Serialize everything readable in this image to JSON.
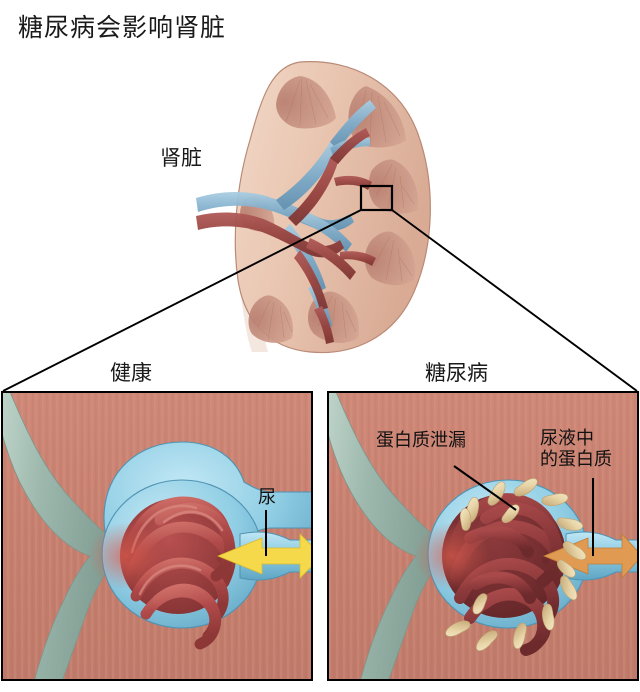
{
  "title": "糖尿病会影响肾脏",
  "anatomy": {
    "kidney_label": "肾脏",
    "zoom_box_name": "renal-cortex-zoom-box"
  },
  "panels": [
    {
      "id": "healthy",
      "caption": "健康",
      "arrow_label": "尿",
      "arrow_color": "#f5d94a",
      "capillary_color": "#b04a4a",
      "capsule_color": "#8fcde4",
      "arteriole_color": "#9db8ad",
      "background_color": "#c9806f",
      "has_protein": false
    },
    {
      "id": "diabetic",
      "caption": "糖尿病",
      "leak_label": "蛋白质泄漏",
      "urine_protein_label": "尿液中\n的蛋白质",
      "arrow_color": "#e09a52",
      "capillary_color": "#8e3a3c",
      "capsule_color": "#8fcde4",
      "arteriole_color": "#9db8ad",
      "background_color": "#c9806f",
      "protein_color": "#e8d5a8",
      "has_protein": true
    }
  ],
  "colors": {
    "cortex": "#e6bfab",
    "pyramid": "#c28a7c",
    "vein": "#7ba7c7",
    "artery": "#9e4a4a",
    "ureter": "#f1e4dc",
    "outline": "#000000",
    "tubule": "#9dd4e8"
  }
}
